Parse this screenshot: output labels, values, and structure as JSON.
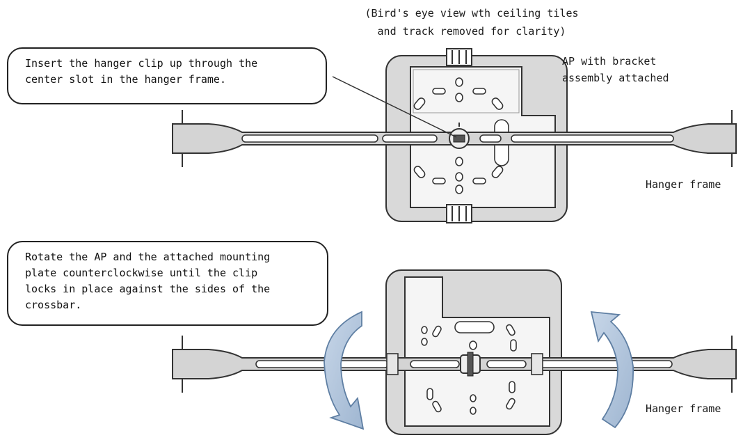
{
  "caption": "(Bird's eye view wth ceiling tiles\nand track removed for clarity)",
  "callout_top": "Insert the hanger clip up through the\ncenter slot in the hanger frame.",
  "callout_bottom": "Rotate the AP and the attached mounting\nplate  counterclockwise until the clip\nlocks in place against the sides of the\ncrossbar.",
  "ap_label": "AP with bracket\nassembly attached",
  "hanger_label_top": "Hanger frame",
  "hanger_label_bottom": "Hanger frame",
  "colors": {
    "outline": "#333333",
    "ap_body": "#d6d6d6",
    "plate": "#f4f4f4",
    "frame": "#cfcfcf",
    "arrow_fill": "#b9cbe0",
    "arrow_stroke": "#5f7fa3"
  }
}
